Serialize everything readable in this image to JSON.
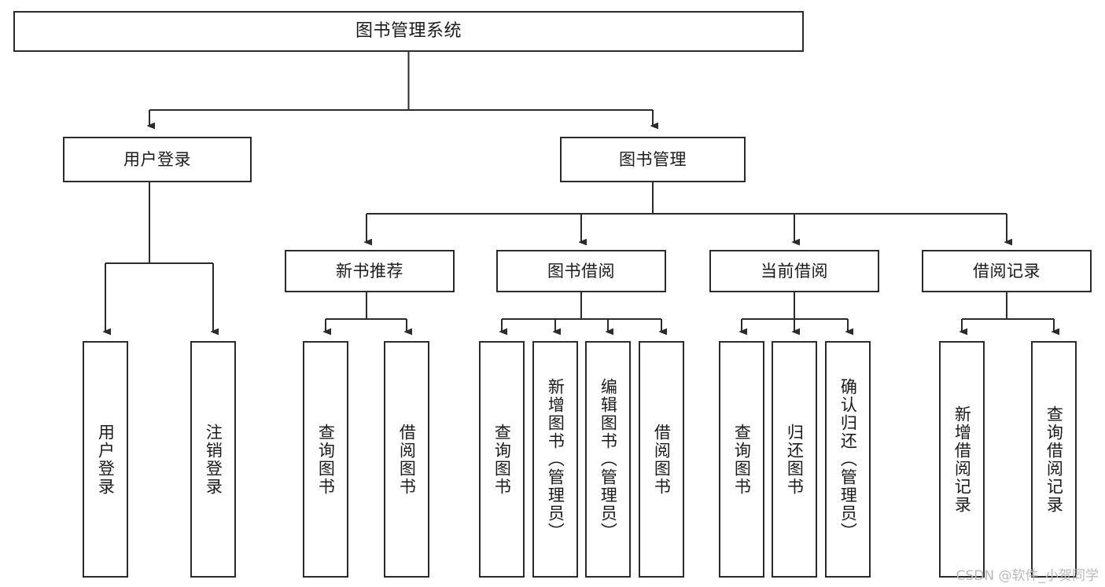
{
  "diagram": {
    "title": "图书管理系统",
    "watermark": "CSDN @软件_小贺同学",
    "stroke_color": "#2b2b2b",
    "fill_color": "#ffffff",
    "levels": {
      "root": "图书管理系统",
      "level2": [
        "用户登录",
        "图书管理"
      ],
      "level3": [
        "新书推荐",
        "图书借阅",
        "当前借阅",
        "借阅记录"
      ]
    },
    "nodes": {
      "root": {
        "label": "图书管理系统"
      },
      "user_login": {
        "label": "用户登录"
      },
      "book_manage": {
        "label": "图书管理"
      },
      "new_book_rec": {
        "label": "新书推荐"
      },
      "book_borrow": {
        "label": "图书借阅"
      },
      "current_borrow": {
        "label": "当前借阅"
      },
      "borrow_record": {
        "label": "借阅记录"
      },
      "leaf_user_login": {
        "label": "用户登录"
      },
      "leaf_logout": {
        "label": "注销登录"
      },
      "leaf_query_book_a": {
        "label": "查询图书"
      },
      "leaf_borrow_book_a": {
        "label": "借阅图书"
      },
      "leaf_query_book_b": {
        "label": "查询图书"
      },
      "leaf_add_book": {
        "label": "新增图书（管理员）"
      },
      "leaf_edit_book": {
        "label": "编辑图书（管理员）"
      },
      "leaf_borrow_book_b": {
        "label": "借阅图书"
      },
      "leaf_query_book_c": {
        "label": "查询图书"
      },
      "leaf_return_book": {
        "label": "归还图书"
      },
      "leaf_confirm_return": {
        "label": "确认归还（管理员）"
      },
      "leaf_add_record": {
        "label": "新增借阅记录"
      },
      "leaf_query_record": {
        "label": "查询借阅记录"
      }
    }
  }
}
